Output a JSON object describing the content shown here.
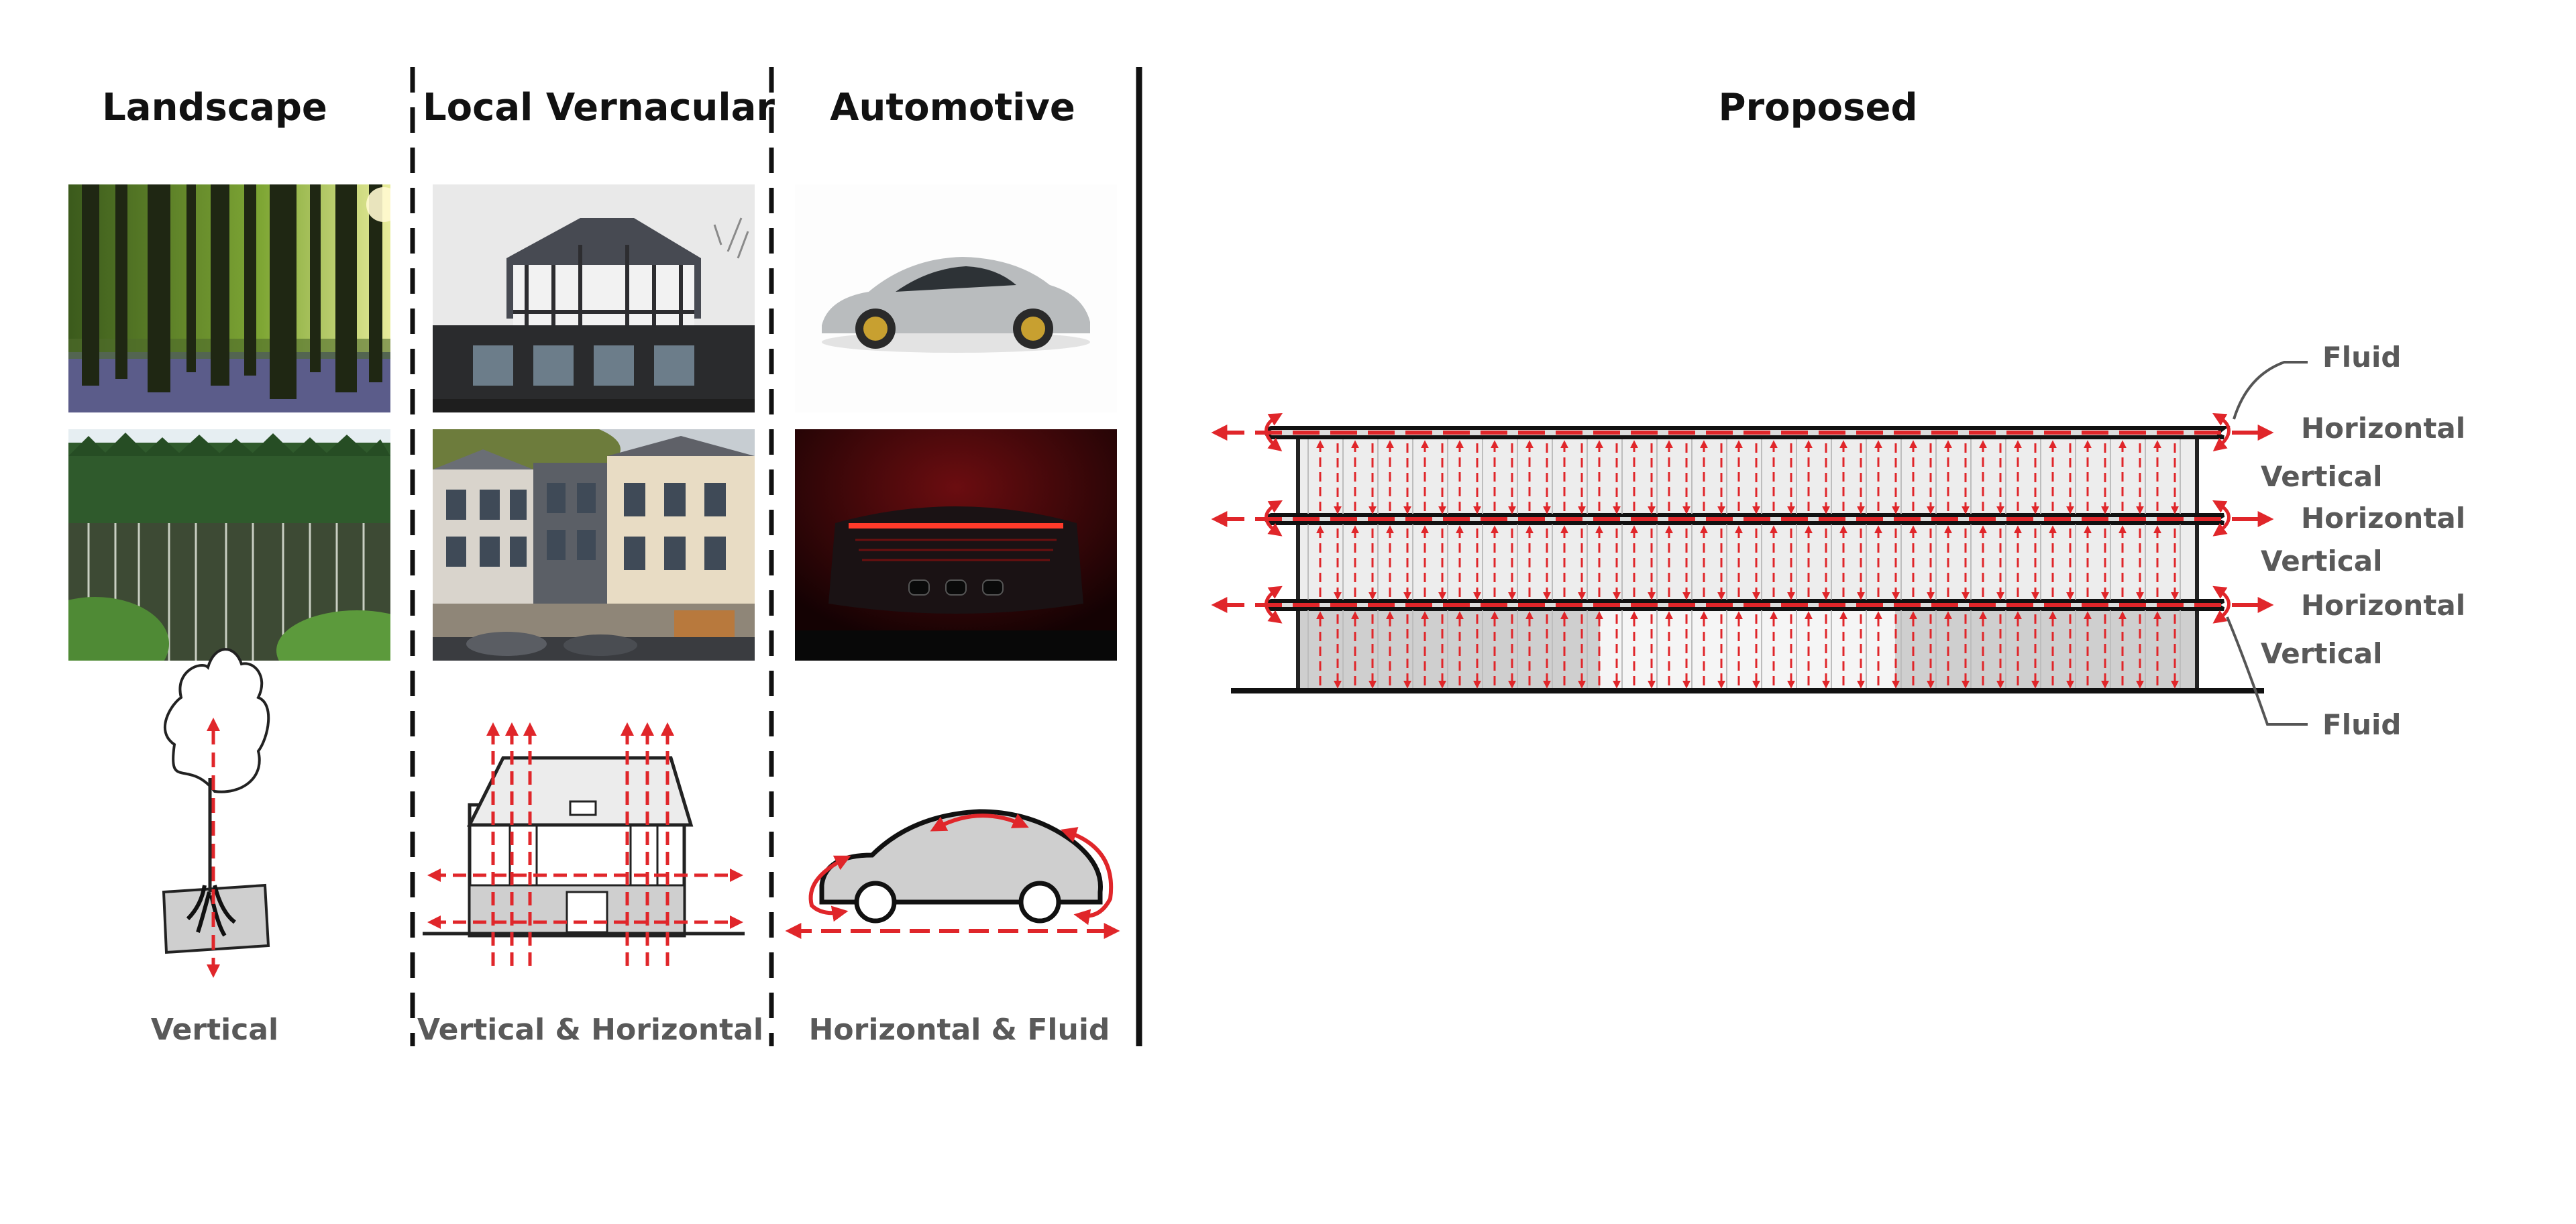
{
  "columns": [
    {
      "heading": "Landscape",
      "caption": "Vertical"
    },
    {
      "heading": "Local Vernacular",
      "caption": "Vertical & Horizontal"
    },
    {
      "heading": "Automotive",
      "caption": "Horizontal & Fluid"
    }
  ],
  "proposed": {
    "heading": "Proposed",
    "labels": {
      "fluid_top": "Fluid",
      "horizontal_1": "Horizontal",
      "vertical_1": "Vertical",
      "horizontal_2": "Horizontal",
      "vertical_2": "Vertical",
      "horizontal_3": "Horizontal",
      "vertical_3": "Vertical",
      "fluid_bottom": "Fluid"
    }
  },
  "colors": {
    "accent_red": "#e0262a",
    "ink": "#111111",
    "label_gray": "#595959",
    "fill_gray": "#cfcfcf",
    "panel_light": "#ededed"
  },
  "icons": [
    "tree-icon",
    "house-icon",
    "car-icon",
    "building-section-icon"
  ]
}
